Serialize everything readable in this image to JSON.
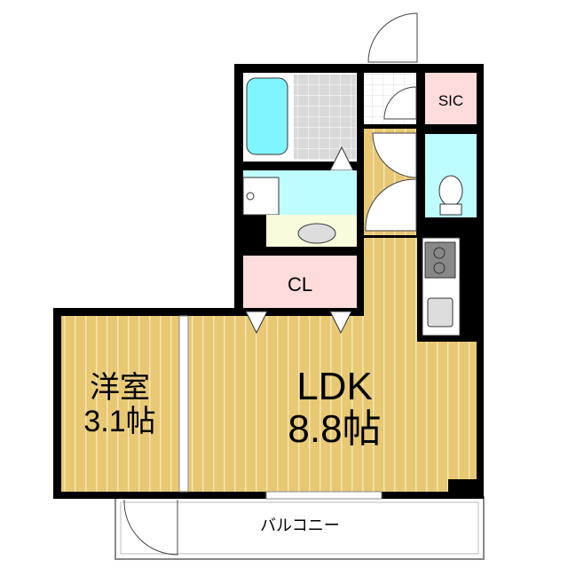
{
  "rooms": {
    "sic": {
      "label": "SIC"
    },
    "closet": {
      "label": "CL"
    },
    "western_room": {
      "name": "洋室",
      "size": "3.1帖"
    },
    "ldk": {
      "name": "LDK",
      "size": "8.8帖"
    },
    "balcony": {
      "label": "バルコニー"
    }
  },
  "colors": {
    "wall": "#000000",
    "wood": "#e8c873",
    "wood_stripe": "#f6e6b4",
    "bath": "#7ff5ff",
    "wet_area": "#bffcff",
    "closet": "#ffdcdc",
    "vanity": "#fafadc",
    "tile": "#d9d9d9"
  }
}
